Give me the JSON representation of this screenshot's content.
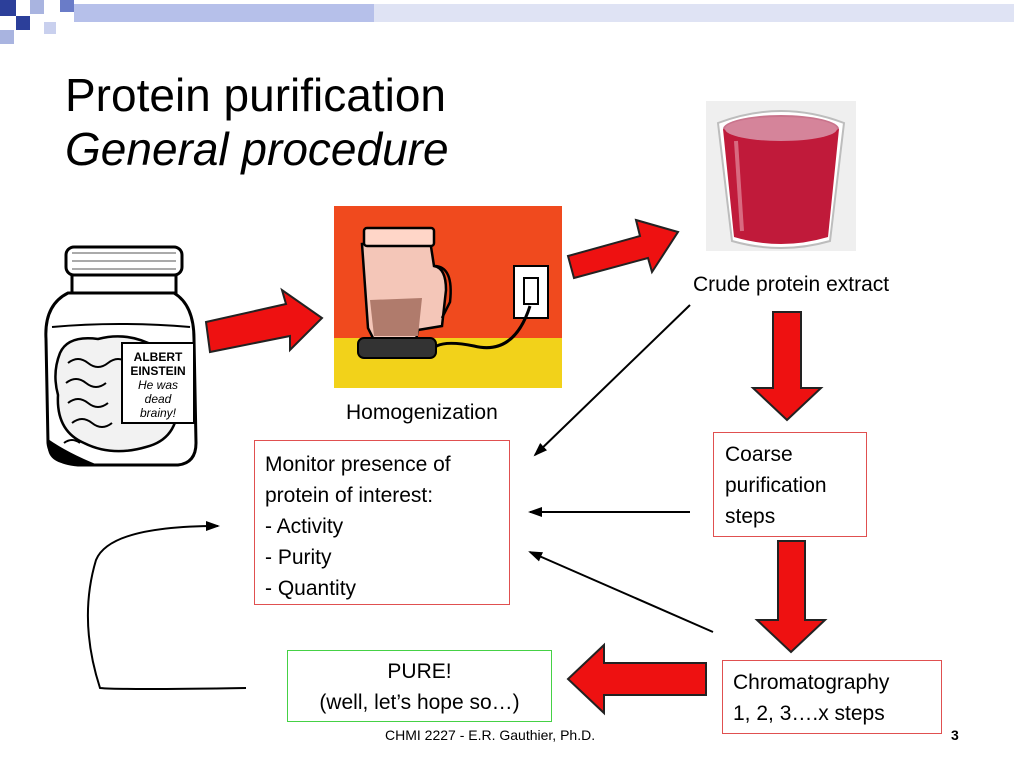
{
  "slide": {
    "title_line1": "Protein purification",
    "title_line2": "General procedure",
    "footer": "CHMI 2227 - E.R. Gauthier, Ph.D.",
    "page_number": "3"
  },
  "images": {
    "jar_label_lines": [
      "ALBERT",
      "EINSTEIN",
      "He was",
      "dead",
      "brainy!"
    ]
  },
  "labels": {
    "homogenization": "Homogenization",
    "crude_extract": "Crude protein extract"
  },
  "boxes": {
    "monitor": [
      "Monitor presence of",
      "protein of interest:",
      "- Activity",
      "- Purity",
      "- Quantity"
    ],
    "coarse": [
      "Coarse",
      "purification",
      "steps"
    ],
    "chromatography": [
      "Chromatography",
      "1, 2, 3….x steps"
    ],
    "pure": [
      "PURE!",
      "(well, let’s hope so…)"
    ]
  },
  "colors": {
    "arrow_red": "#ee1111",
    "box_border_red": "#e05050",
    "box_border_green": "#45d145",
    "accent_blue": "#2c3f9a"
  }
}
